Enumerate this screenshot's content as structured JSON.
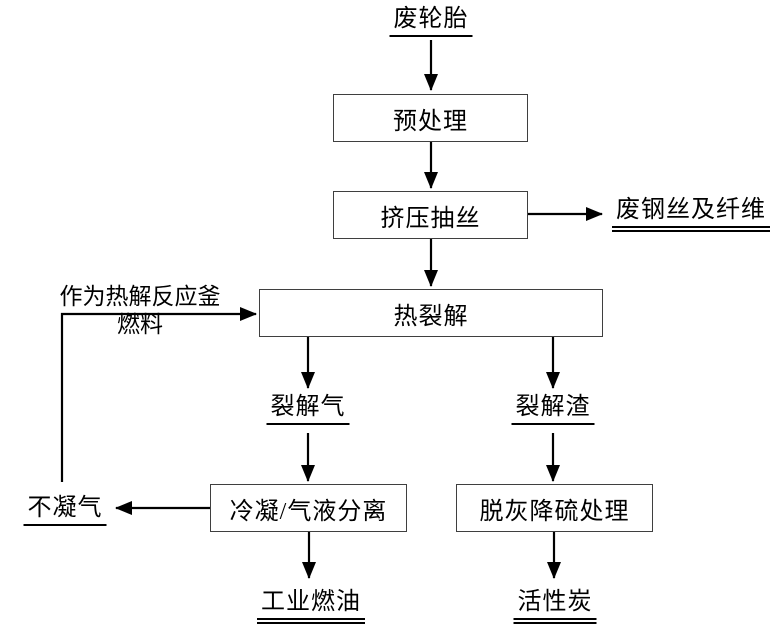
{
  "colors": {
    "background": "#ffffff",
    "line": "#000000",
    "box_border": "#3f3f3f",
    "text": "#000000"
  },
  "flowchart": {
    "source_label": "废轮胎",
    "boxes": {
      "pretreatment": "预处理",
      "extrusion": "挤压抽丝",
      "pyrolysis": "热裂解",
      "condensation": "冷凝/气液分离",
      "deashing": "脱灰降硫处理"
    },
    "outputs": {
      "steel_fiber": "废钢丝及纤维",
      "pyrolysis_gas": "裂解气",
      "pyrolysis_residue": "裂解渣",
      "non_condensable_gas": "不凝气",
      "industrial_fuel_oil": "工业燃油",
      "activated_carbon": "活性炭"
    },
    "annotation": {
      "line1": "作为热解反应釜",
      "line2": "燃料"
    }
  }
}
